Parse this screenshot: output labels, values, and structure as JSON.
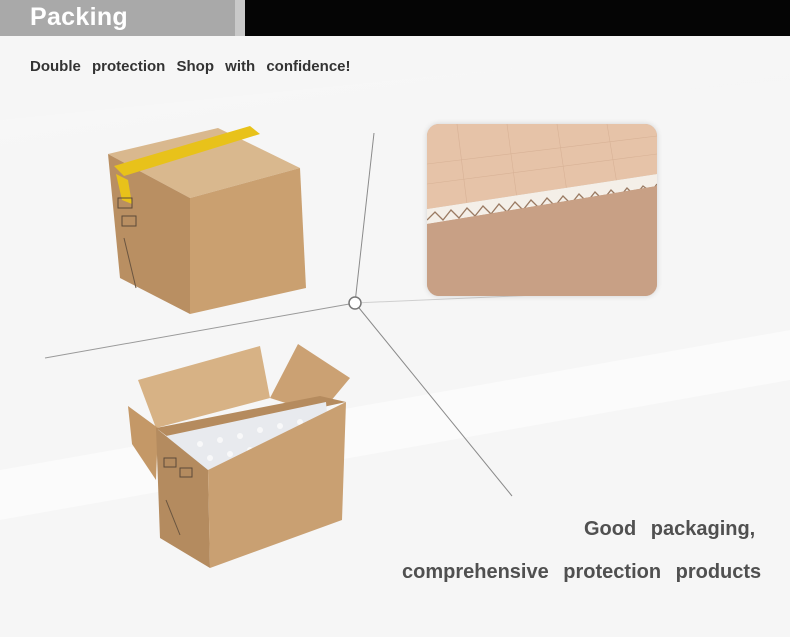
{
  "header": {
    "title": "Packing"
  },
  "subtitle": "Double protection Shop with confidence!",
  "captions": {
    "line1": "Good packaging,",
    "line2": "comprehensive protection products"
  },
  "colors": {
    "header_gray": "#a9a9a9",
    "header_black": "#050505",
    "cardboard": "#c9a277",
    "tape_yellow": "#e8c21a",
    "text_dark": "#333333"
  }
}
